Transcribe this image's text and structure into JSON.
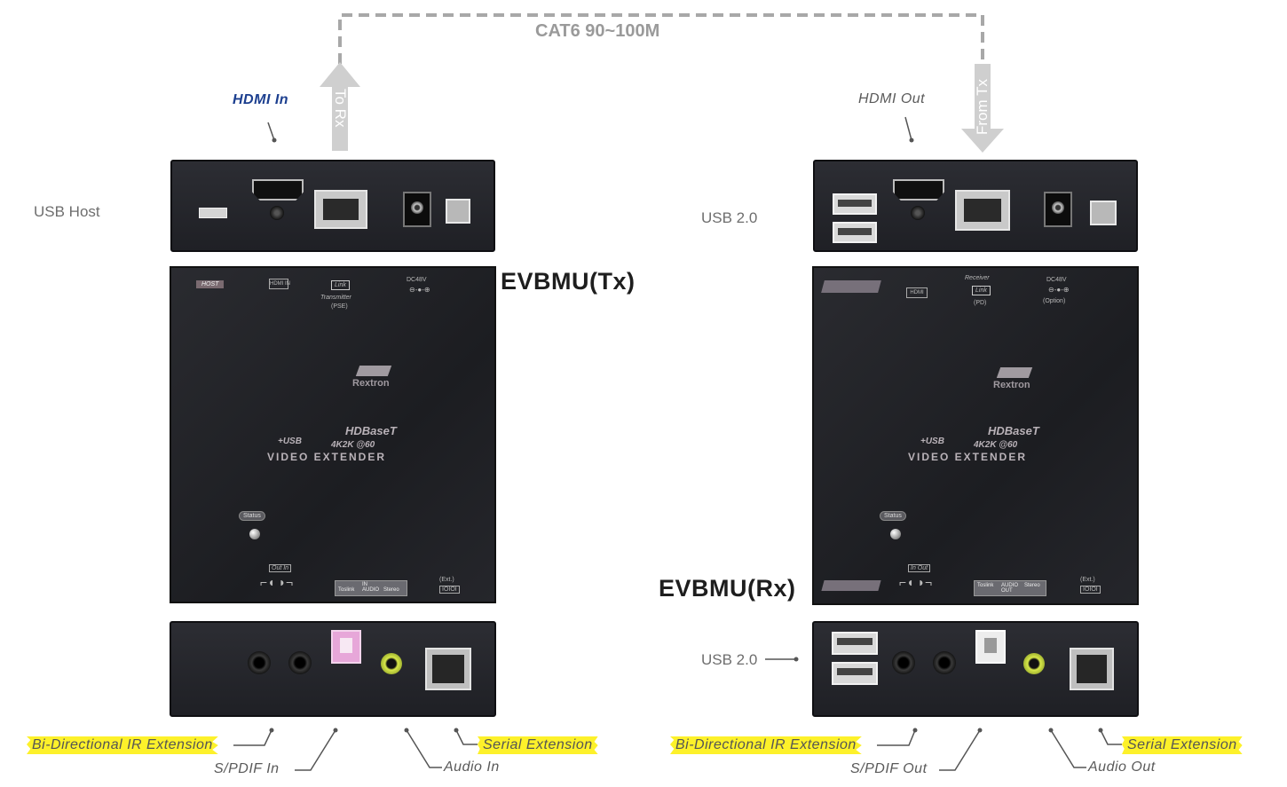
{
  "link": {
    "cable_label": "CAT6 90~100M",
    "to_rx": "To Rx",
    "from_tx": "From Tx"
  },
  "tx": {
    "title": "EVBMU(Tx)",
    "labels": {
      "hdmi_in": "HDMI In",
      "usb_host": "USB Host",
      "bidir_ir": "Bi-Directional IR Extension",
      "spdif_in": "S/PDIF In",
      "audio_in": "Audio In",
      "serial": "Serial Extension"
    },
    "front": {
      "host": "HOST",
      "hdmi_in": "HDMI IN",
      "link": "Link",
      "transmitter": "Transmitter",
      "pse": "(PSE)",
      "dc": "DC48V",
      "status": "Status",
      "out_in": "Out In",
      "toslink": "Toslink",
      "audio_in": "IN AUDIO",
      "stereo": "Stereo",
      "ext": "(Ext.)"
    }
  },
  "rx": {
    "title": "EVBMU(Rx)",
    "labels": {
      "hdmi_out": "HDMI Out",
      "usb_top": "USB 2.0",
      "usb_bottom": "USB 2.0",
      "bidir_ir": "Bi-Directional IR Extension",
      "spdif_out": "S/PDIF Out",
      "audio_out": "Audio Out",
      "serial": "Serial Extension"
    },
    "front": {
      "hdmi": "HDMI",
      "receiver": "Receiver",
      "link": "Link",
      "pd": "(PD)",
      "dc": "DC48V",
      "option": "(Option)",
      "status": "Status",
      "in_out": "In Out",
      "toslink": "Toslink",
      "audio_out": "AUDIO OUT",
      "stereo": "Stereo",
      "ext": "(Ext.)"
    }
  },
  "branding": {
    "brand": "Rextron",
    "usb": "+USB",
    "hdbaset": "HDBaseT",
    "resolution": "4K2K @60",
    "product": "VIDEO EXTENDER"
  },
  "colors": {
    "highlight": "#fdf12a",
    "hdmi_in_label": "#1c3f8f",
    "arrow": "#c8c8c8",
    "dash": "#a8a8a8"
  }
}
